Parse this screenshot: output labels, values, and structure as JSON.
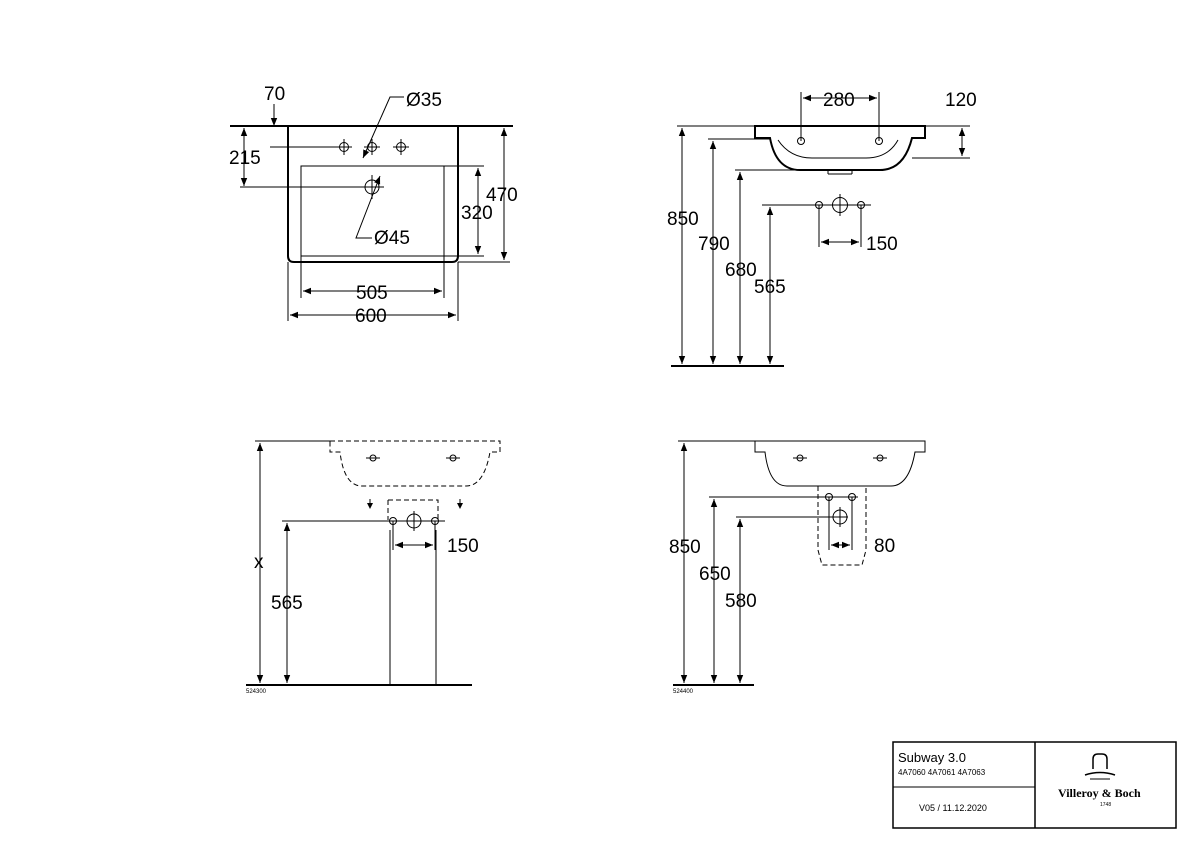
{
  "top_view": {
    "dims": {
      "d70": "70",
      "d215": "215",
      "dia35": "Ø35",
      "dia45": "Ø45",
      "d470": "470",
      "d320": "320",
      "d505": "505",
      "d600": "600"
    }
  },
  "side_view_top": {
    "dims": {
      "d280": "280",
      "d120": "120",
      "d850": "850",
      "d790": "790",
      "d680": "680",
      "d565": "565",
      "d150": "150"
    }
  },
  "pedestal_view": {
    "dims": {
      "x": "x",
      "d565": "565",
      "d150": "150"
    },
    "code": "524300"
  },
  "semi_pedestal_view": {
    "dims": {
      "d850": "850",
      "d650": "650",
      "d580": "580",
      "d80": "80"
    },
    "code": "524400"
  },
  "title_block": {
    "product": "Subway 3.0",
    "article_numbers": "4A7060 4A7061 4A7063",
    "version": "V05 / 11.12.2020",
    "brand": "Villeroy & Boch",
    "year": "1748"
  }
}
